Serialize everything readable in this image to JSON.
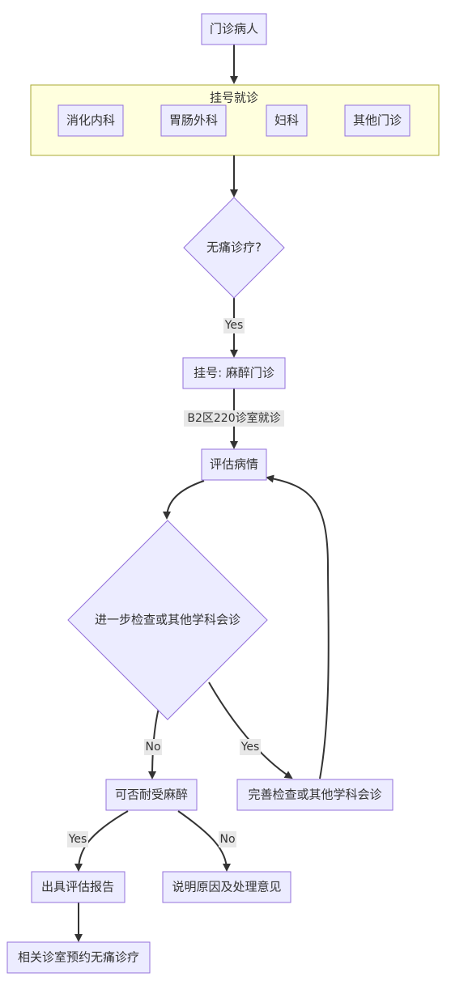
{
  "nodes": {
    "outpatient": "门诊病人",
    "cluster_title": "挂号就诊",
    "gastro": "消化内科",
    "gi_surgery": "胃肠外科",
    "gynecology": "妇科",
    "other_clinic": "其他门诊",
    "painless_question": "无痛诊疗?",
    "register_anesthesia": "挂号: 麻醉门诊",
    "assess": "评估病情",
    "further_check_question": "进一步检查或其他学科会诊",
    "complete_check": "完善检查或其他学科会诊",
    "tolerate_question": "可否耐受麻醉",
    "issue_report": "出具评估报告",
    "explain_reason": "说明原因及处理意见",
    "book_painless": "相关诊室预约无痛诊疗"
  },
  "edge_labels": {
    "painless_yes": "Yes",
    "clinic_location": "B2区220诊室就诊",
    "further_no": "No",
    "further_yes": "Yes",
    "tolerate_yes": "Yes",
    "tolerate_no": "No"
  },
  "colors": {
    "node_fill": "#ececff",
    "node_stroke": "#9370db",
    "cluster_fill": "#ffffde",
    "cluster_stroke": "#aaaa33",
    "edge": "#333333",
    "edge_label_bg": "#e8e8e8"
  }
}
